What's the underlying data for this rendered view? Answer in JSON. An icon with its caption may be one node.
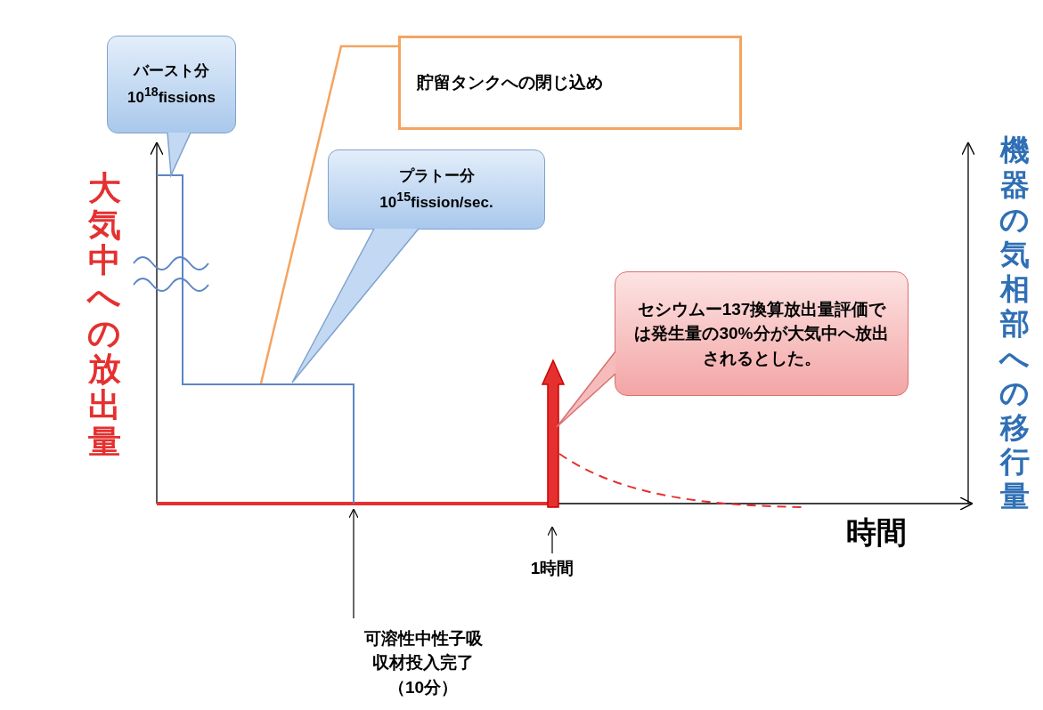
{
  "diagram": {
    "nodes": [
      {
        "text": [
          "バースト分",
          "10$^{18}$fissions"
        ]
      },
      {
        "text": [
          "貯留タンクへの閉じ込め"
        ]
      },
      {
        "text": [
          "プラトー分",
          "10$^{15}$fission/sec."
        ]
      },
      {
        "text": [
          "セシウムー137換算放出量評価では発生量の30%分が大気中へ放出されるとした。"
        ]
      },
      {
        "text": [
          "可溶性中性子吸収材投入完了（10分）"
        ]
      },
      {
        "text": [
          "1時間"
        ]
      },
      {
        "text": [],
        "shape": "line"
      }
    ],
    "edges": [
      {
        "from": 1,
        "to": 6,
        "arrow": "none",
        "color": "#f4a460"
      },
      {
        "from": 4,
        "to": 6,
        "arrow": "to"
      },
      {
        "from": 5,
        "to": null,
        "arrow": "to"
      }
    ],
    "labels": [
      "大気中への放出量",
      "機器の気相部への移行量",
      "時間"
    ]
  }
}
